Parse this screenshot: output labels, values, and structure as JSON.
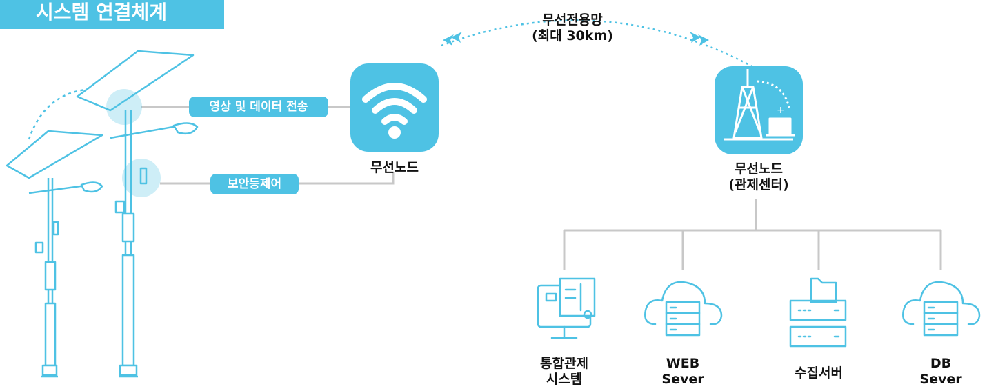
{
  "title": "시스템 연결체계",
  "network": {
    "line1": "무선전용망",
    "line2": "(최대 30km)"
  },
  "streetlight_links": {
    "video": "영상 및 데이터 전송",
    "security": "보안등제어"
  },
  "node_left": {
    "label": "무선노드"
  },
  "node_right": {
    "line1": "무선노드",
    "line2": "(관제센터)"
  },
  "systems": [
    {
      "line1": "통합관제",
      "line2": "시스템"
    },
    {
      "line1": "WEB",
      "line2": "Sever"
    },
    {
      "line1": "수집서버",
      "line2": ""
    },
    {
      "line1": "DB",
      "line2": "Sever"
    }
  ],
  "colors": {
    "accent": "#4ec2e4",
    "line": "#c8c8c8"
  }
}
